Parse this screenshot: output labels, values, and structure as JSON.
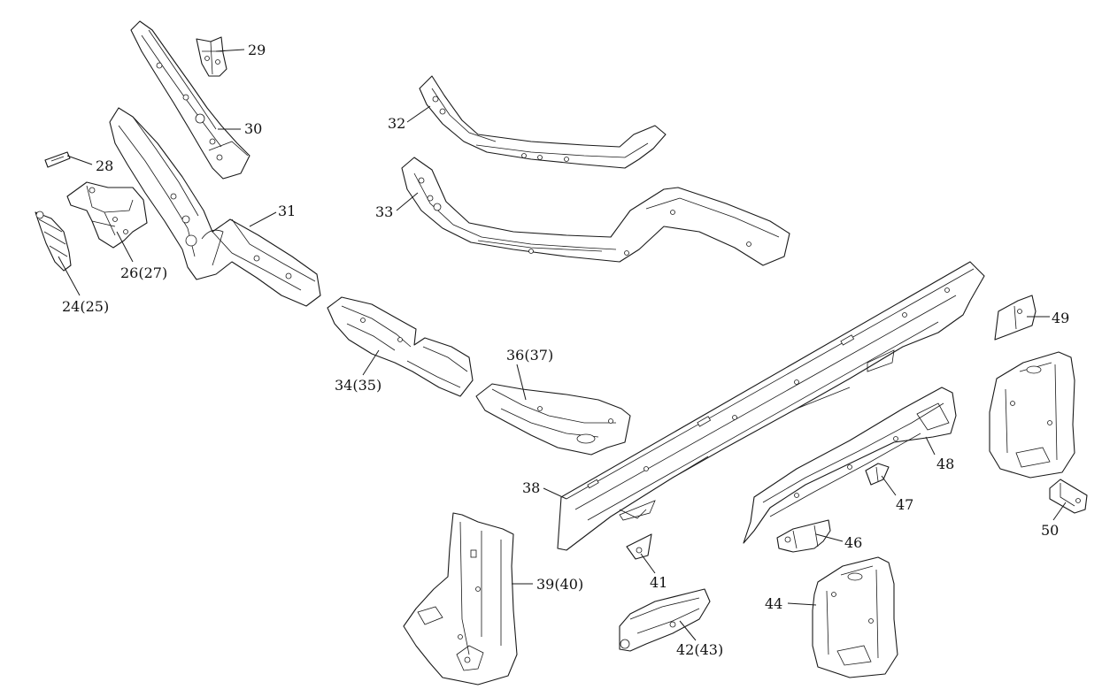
{
  "callouts": [
    {
      "id": "c24",
      "label": "24(25)"
    },
    {
      "id": "c26",
      "label": "26(27)"
    },
    {
      "id": "c28",
      "label": "28"
    },
    {
      "id": "c29",
      "label": "29"
    },
    {
      "id": "c30",
      "label": "30"
    },
    {
      "id": "c31",
      "label": "31"
    },
    {
      "id": "c32",
      "label": "32"
    },
    {
      "id": "c33",
      "label": "33"
    },
    {
      "id": "c34",
      "label": "34(35)"
    },
    {
      "id": "c36",
      "label": "36(37)"
    },
    {
      "id": "c38",
      "label": "38"
    },
    {
      "id": "c39",
      "label": "39(40)"
    },
    {
      "id": "c41",
      "label": "41"
    },
    {
      "id": "c42",
      "label": "42(43)"
    },
    {
      "id": "c44",
      "label": "44"
    },
    {
      "id": "c46",
      "label": "46"
    },
    {
      "id": "c47",
      "label": "47"
    },
    {
      "id": "c48",
      "label": "48"
    },
    {
      "id": "c49",
      "label": "49"
    },
    {
      "id": "c50",
      "label": "50"
    }
  ]
}
